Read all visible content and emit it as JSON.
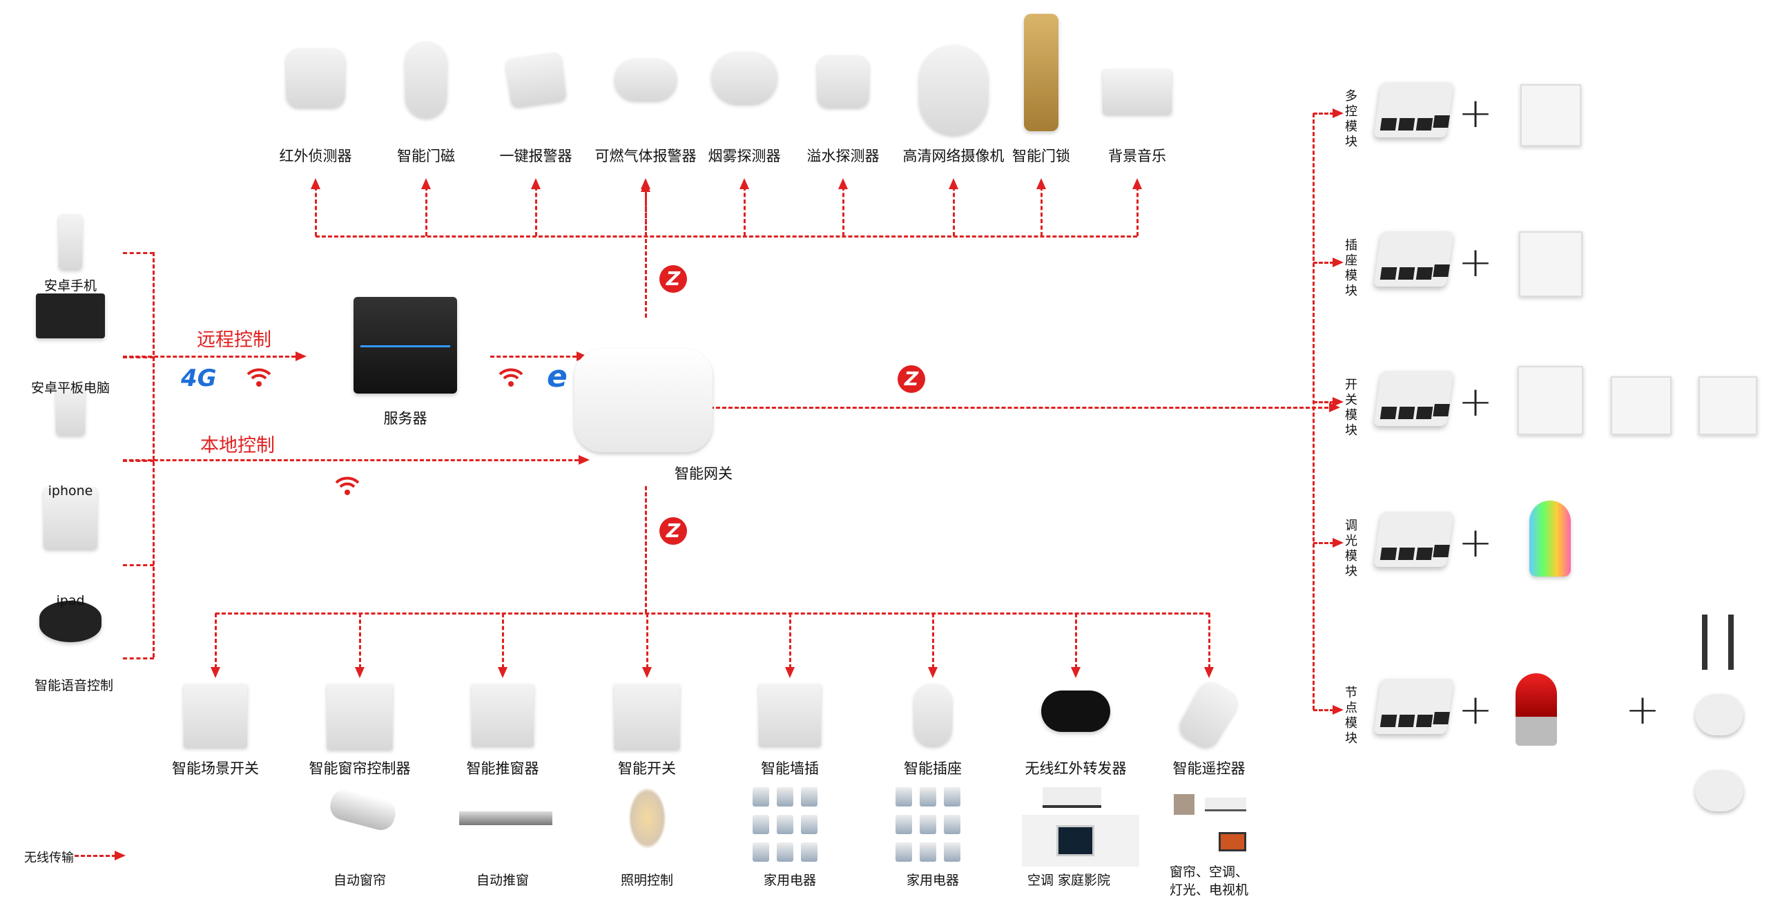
{
  "top_devices": [
    "红外侦测器",
    "智能门磁",
    "一键报警器",
    "可燃气体报警器",
    "烟雾探测器",
    "溢水探测器",
    "高清网络摄像机",
    "智能门锁",
    "背景音乐"
  ],
  "clients": [
    "安卓手机",
    "安卓平板电脑",
    "iphone",
    "ipad",
    "智能语音控制"
  ],
  "remote_label": "远程控制",
  "local_label": "本地控制",
  "network_badge": "4G",
  "server_label": "服务器",
  "gateway_label": "智能网关",
  "zigbee_glyph": "Z",
  "ie_glyph": "e",
  "modules": [
    {
      "label": "多控模块"
    },
    {
      "label": "插座模块"
    },
    {
      "label": "开关模块"
    },
    {
      "label": "调光模块"
    },
    {
      "label": "节点模块"
    }
  ],
  "bottom_devices": [
    {
      "label": "智能场景开关",
      "sub": ""
    },
    {
      "label": "智能窗帘控制器",
      "sub": "自动窗帘"
    },
    {
      "label": "智能推窗器",
      "sub": "自动推窗"
    },
    {
      "label": "智能开关",
      "sub": "照明控制"
    },
    {
      "label": "智能墙插",
      "sub": "家用电器"
    },
    {
      "label": "智能插座",
      "sub": "家用电器"
    },
    {
      "label": "无线红外转发器",
      "sub": "空调 家庭影院"
    },
    {
      "label": "智能遥控器",
      "sub": "窗帘、空调、\n灯光、电视机"
    }
  ],
  "legend_label": "无线传输",
  "colors": {
    "accent": "#e02020",
    "blue": "#1e6fd9"
  }
}
